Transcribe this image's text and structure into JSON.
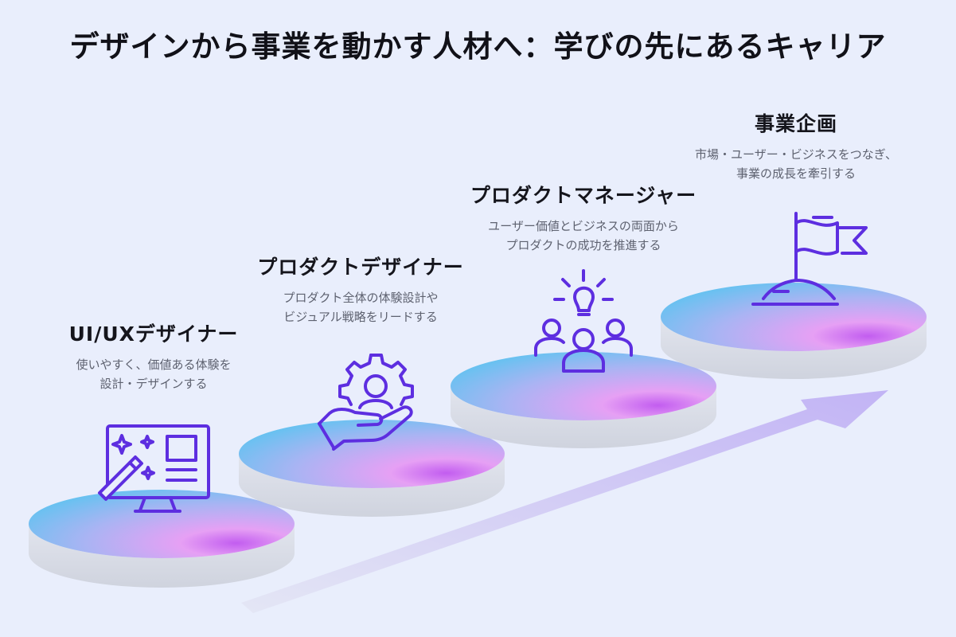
{
  "title": "デザインから事業を動かす人材へ：学びの先にあるキャリア",
  "colors": {
    "background": "#e9eefc",
    "icon_stroke": "#5d2ee0",
    "platform_blue": "#5cc4f0",
    "platform_pink": "#e596f5",
    "platform_purple": "#c25df0",
    "platform_side": "#d6dae4",
    "arrow": "#c9bdf3"
  },
  "steps": [
    {
      "title": "UI/UXデザイナー",
      "description": [
        "使いやすく、価値ある体験を",
        "設計・デザインする"
      ],
      "icon": "monitor-magic-wand-icon"
    },
    {
      "title": "プロダクトデザイナー",
      "description": [
        "プロダクト全体の体験設計や",
        "ビジュアル戦略をリードする"
      ],
      "icon": "hand-gear-icon"
    },
    {
      "title": "プロダクトマネージャー",
      "description": [
        "ユーザー価値とビジネスの両面から",
        "プロダクトの成功を推進する"
      ],
      "icon": "team-lightbulb-icon"
    },
    {
      "title": "事業企画",
      "description": [
        "市場・ユーザー・ビジネスをつなぎ、",
        "事業の成長を牽引する"
      ],
      "icon": "flag-summit-icon"
    }
  ]
}
